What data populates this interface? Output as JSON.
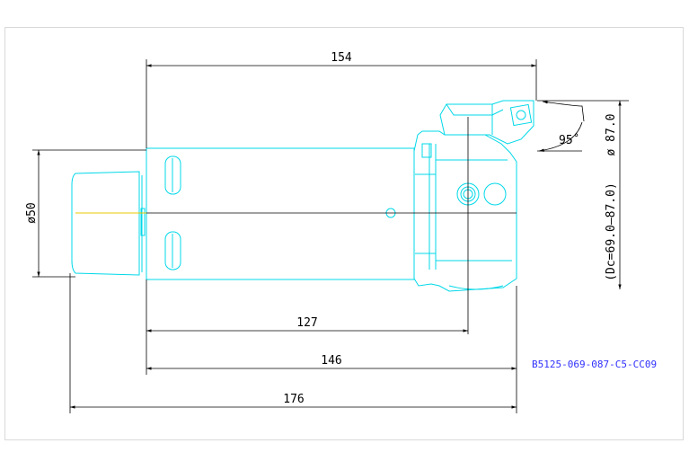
{
  "drawing": {
    "part_code": "B5125-069-087-C5-CC09",
    "dimensions": {
      "overall_length": "154",
      "shank_to_edge": "127",
      "body_length": "146",
      "total_length": "176",
      "shank_diameter": "ø50",
      "cutting_diameter": "ø 87.0",
      "dc_range": "(Dc=69.0–87.0)",
      "approach_angle": "95˚"
    },
    "colors": {
      "outline": "#00d8e8",
      "dimension": "#000000",
      "centerline": "#e8c800",
      "code_text": "#3030ff"
    }
  }
}
